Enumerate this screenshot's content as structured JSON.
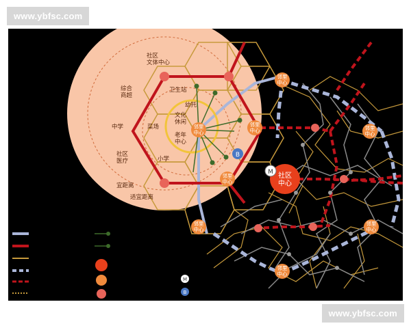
{
  "watermark": {
    "top": "www.ybfsc.com",
    "bottom": "www.ybfsc.com"
  },
  "labels": {
    "community_culture": "社区\n文体中心",
    "health_station": "卫生站",
    "complex_market": "综合\n商超",
    "kindergarten": "幼托",
    "culture_leisure": "文化\n休闲",
    "middle_school": "中学",
    "food_market": "菜场",
    "elder_center": "老年\n中心",
    "community_medical": "社区\n医疗",
    "primary_school": "小学",
    "distance_1": "宜距离",
    "distance_2": "适宜距离",
    "neighborhood_center": "邻里\n中心",
    "community_center": "社区\n中心",
    "metro_mark": "M",
    "bus_mark": "B"
  },
  "colors": {
    "background": "#000000",
    "circle_fill": "#f9c6a8",
    "red_line": "#c0141c",
    "light_blue_line": "#aab6d9",
    "gold_line": "#c79a3c",
    "green_line": "#3d6b2a",
    "gray_line": "#8a8a8a",
    "orange_node": "#f08a3c",
    "big_node": "#e8401c",
    "pink_node": "#e8645a"
  }
}
